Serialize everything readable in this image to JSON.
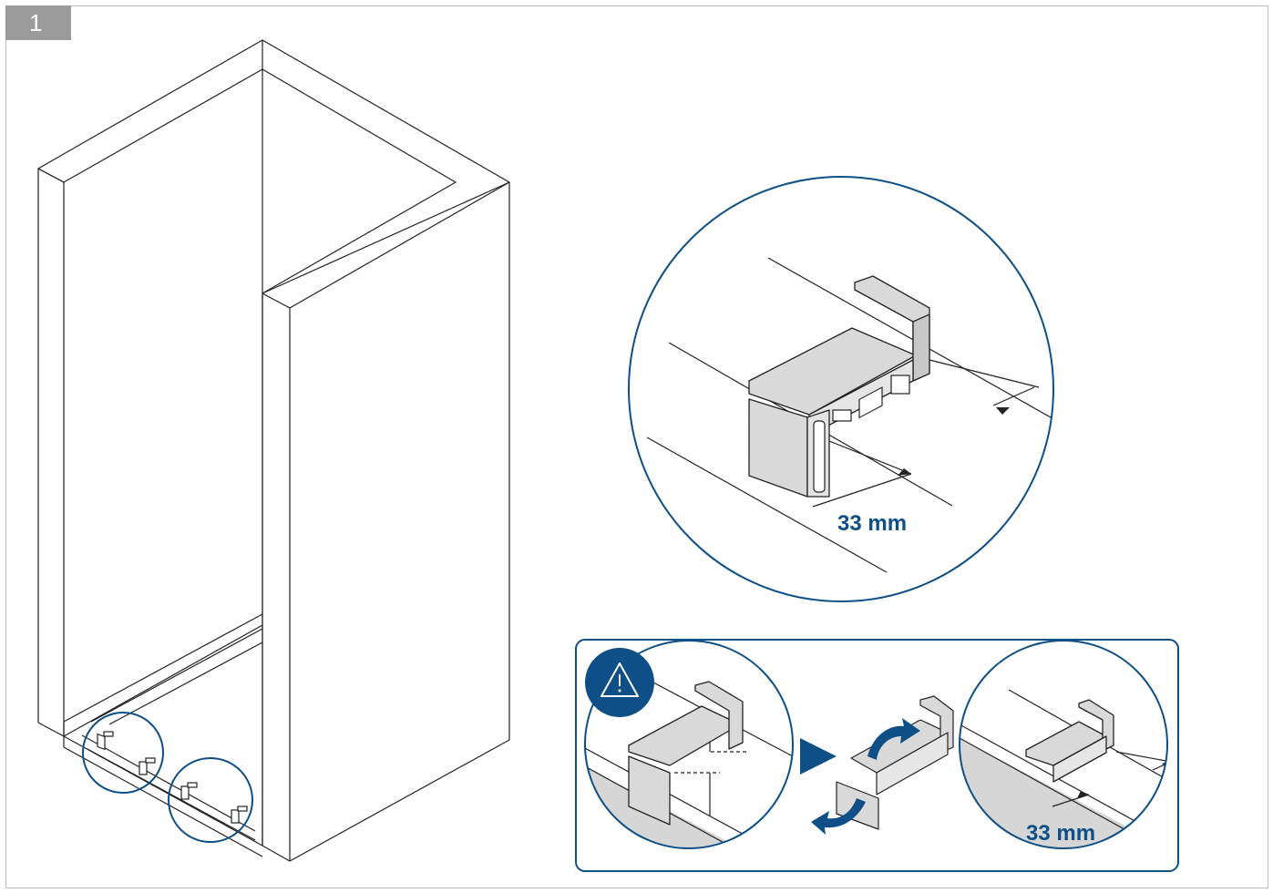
{
  "step": {
    "number": "1"
  },
  "detail": {
    "dimension_label": "33 mm"
  },
  "inset": {
    "warning_icon": "warning-triangle-icon",
    "arrow_icon": "arrow-right-triangle-icon",
    "dimension_label": "33 mm"
  },
  "colors": {
    "accent": "#0d4f86",
    "line": "#222222",
    "part_fill": "#d9d9d9",
    "floor_fill": "#d6d6d6",
    "badge": "#9b9b9b"
  }
}
